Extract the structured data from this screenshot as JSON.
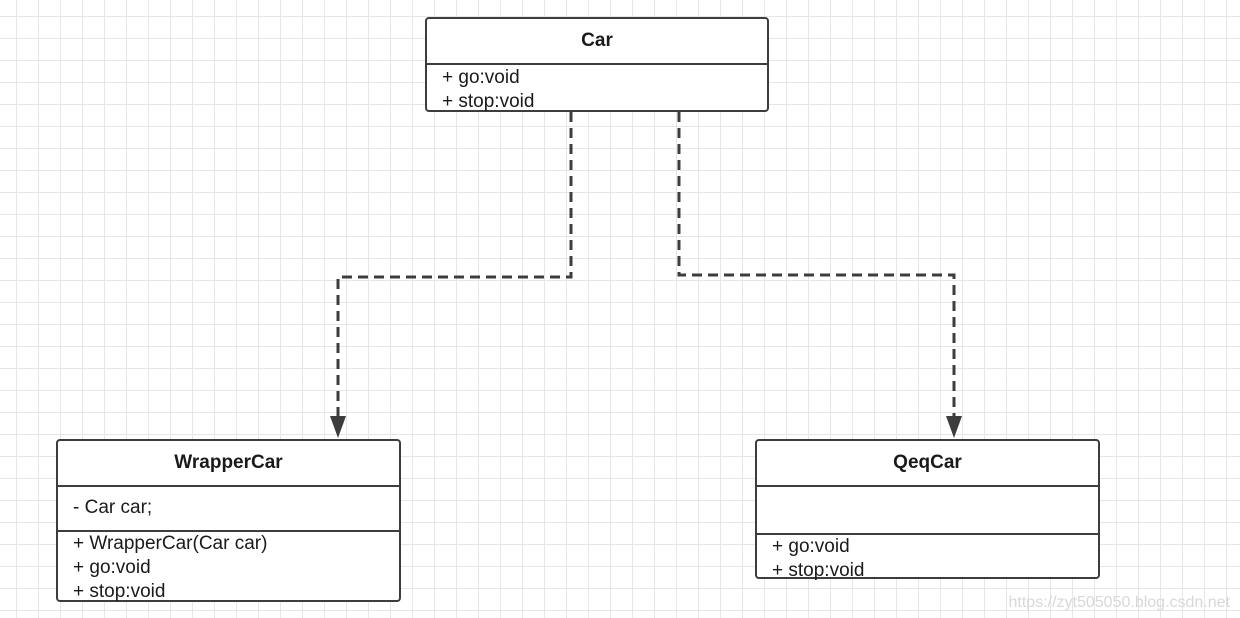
{
  "classes": {
    "car": {
      "name": "Car",
      "attributes": [],
      "methods": [
        "+ go:void",
        "+ stop:void"
      ]
    },
    "wrapper_car": {
      "name": "WrapperCar",
      "attributes": [
        "- Car car;"
      ],
      "methods": [
        "+ WrapperCar(Car car)",
        "+ go:void",
        "+ stop:void"
      ]
    },
    "qeq_car": {
      "name": "QeqCar",
      "attributes": [],
      "methods": [
        "+ go:void",
        "+ stop:void"
      ]
    }
  },
  "relations": [
    {
      "from": "Car",
      "to": "WrapperCar",
      "style": "dashed",
      "arrow": "filled"
    },
    {
      "from": "Car",
      "to": "QeqCar",
      "style": "dashed",
      "arrow": "filled"
    }
  ],
  "watermark": "https://zyt505050.blog.csdn.net",
  "colors": {
    "stroke": "#3d3d3d",
    "grid": "#e6e6e6",
    "background": "#ffffff"
  }
}
